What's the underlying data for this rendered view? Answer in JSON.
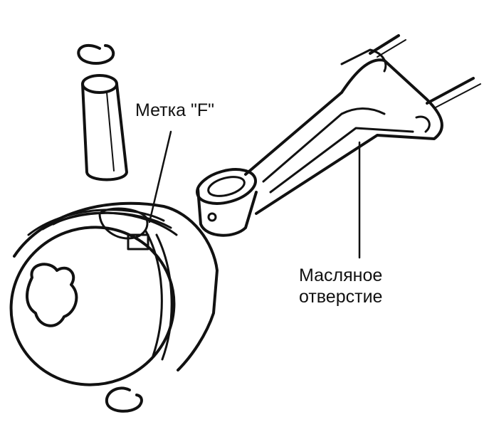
{
  "labels": {
    "mark_f": "Метка \"F\"",
    "oil_hole_line1": "Масляное",
    "oil_hole_line2": "отверстие"
  }
}
